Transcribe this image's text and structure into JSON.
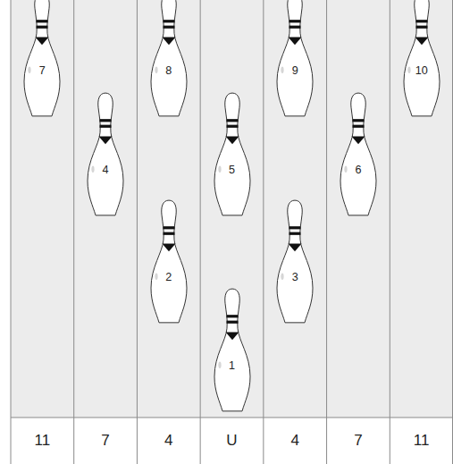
{
  "diagram": {
    "nodes": [
      {
        "text": [
          "7"
        ]
      },
      {
        "text": [
          "8"
        ]
      },
      {
        "text": [
          "9"
        ]
      },
      {
        "text": [
          "10"
        ]
      },
      {
        "text": [
          "4"
        ]
      },
      {
        "text": [
          "5"
        ]
      },
      {
        "text": [
          "6"
        ]
      },
      {
        "text": [
          "2"
        ]
      },
      {
        "text": [
          "3"
        ]
      },
      {
        "text": [
          "1"
        ]
      }
    ],
    "labels": [
      "11",
      "7",
      "4",
      "U",
      "4",
      "7",
      "11"
    ]
  }
}
